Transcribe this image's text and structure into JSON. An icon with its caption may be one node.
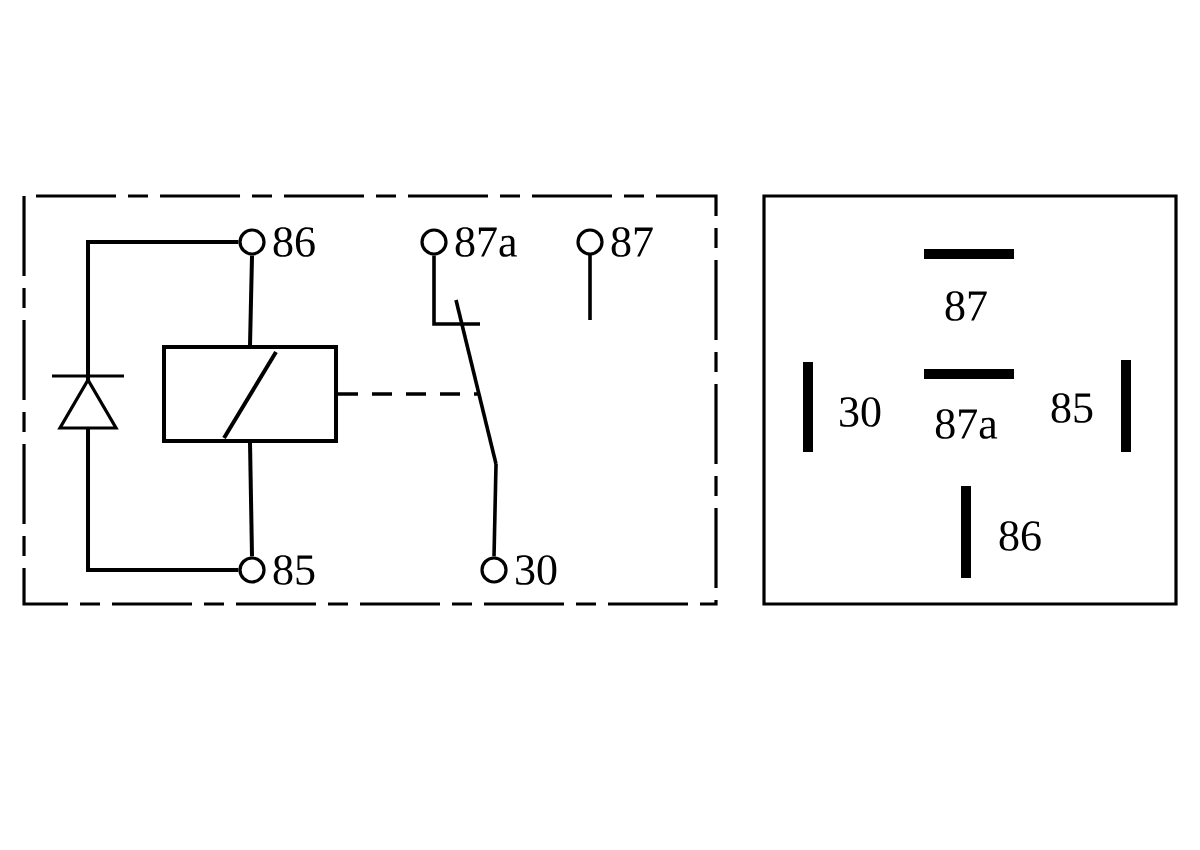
{
  "diagram": {
    "nodes": [
      {
        "text": [],
        "shape": "circle",
        "beside": [
          "86"
        ]
      },
      {
        "text": [],
        "shape": "circle",
        "beside": [
          "87a"
        ]
      },
      {
        "text": [],
        "shape": "circle",
        "beside": [
          "87"
        ]
      },
      {
        "text": [],
        "shape": "box"
      },
      {
        "text": [],
        "shape": "circle",
        "beside": [
          "85"
        ]
      },
      {
        "text": [],
        "shape": "circle",
        "beside": [
          "30"
        ]
      },
      {
        "text": [],
        "shape": "switch"
      }
    ],
    "edges": [
      {
        "from": 0,
        "to": 3,
        "arrow": "none"
      },
      {
        "from": 3,
        "to": 4,
        "arrow": "none"
      },
      {
        "from": 0,
        "to": 4,
        "arrow": "none"
      },
      {
        "from": 3,
        "to": 6,
        "arrow": "none",
        "style": "dashed"
      },
      {
        "from": 6,
        "to": 5,
        "arrow": "none"
      },
      {
        "from": 1,
        "to": 6,
        "arrow": "none"
      }
    ],
    "labels": [
      "87",
      "30",
      "87a",
      "85",
      "86"
    ]
  }
}
